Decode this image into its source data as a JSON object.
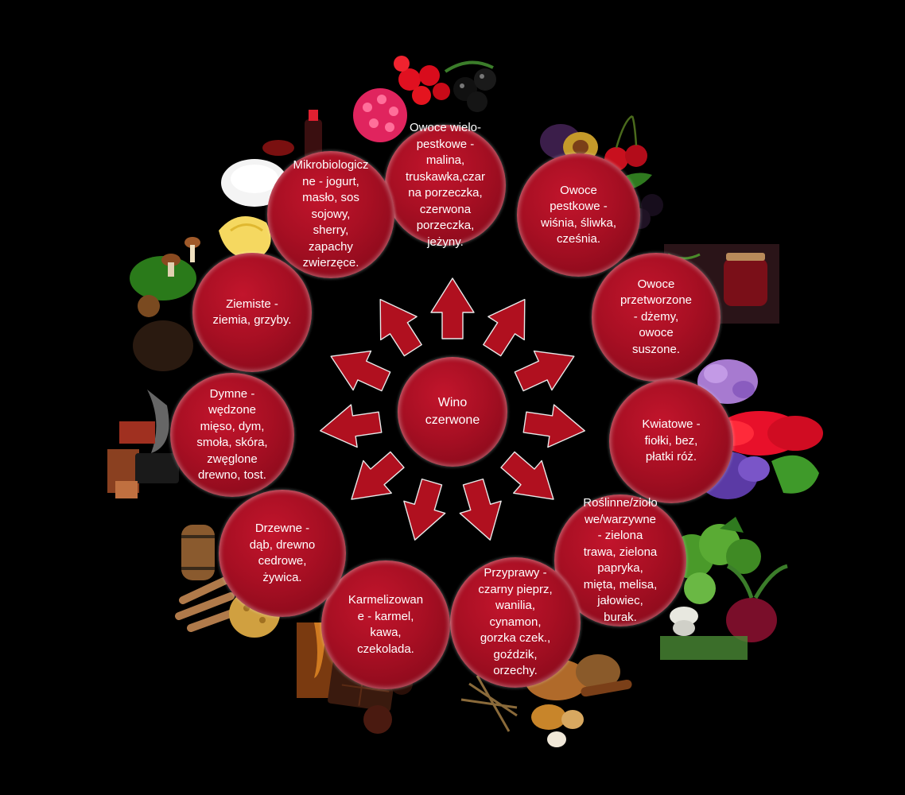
{
  "center": {
    "label": "Wino\nczerwone"
  },
  "categories": [
    {
      "label": "Owoce wielo-\npestkowe -\nmalina,\ntruskawka,czar\nna porzeczka,\nczerwona\nporzeczka,\njeżyny."
    },
    {
      "label": "Owoce\npestkowe -\nwiśnia, śliwka,\ncześnia."
    },
    {
      "label": "Owoce\nprzetworzone\n- dżemy,\nowoce\nsuszone."
    },
    {
      "label": "Kwiatowe -\nfiołki, bez,\npłatki róż."
    },
    {
      "label": "Roślinne/zioło\nwe/warzywne\n- zielona\ntrawa, zielona\npapryka,\nmięta, melisa,\njałowiec,\nburak."
    },
    {
      "label": "Przyprawy -\nczarny pieprz,\nwanilia,\ncynamon,\ngorzka czek.,\ngoździk,\norzechy."
    },
    {
      "label": "Karmelizowan\ne - karmel,\nkawa,\nczekolada."
    },
    {
      "label": "Drzewne -\ndąb, drewno\ncedrowe,\nżywica."
    },
    {
      "label": "Dymne   -\nwędzone\nmięso, dym,\nsmoła, skóra,\nzwęglone\ndrewno, tost."
    },
    {
      "label": "Ziemiste -\nziemia, grzyby."
    },
    {
      "label": "Mikrobiologicz\nne - jogurt,\nmasło, sos\nsojowy,\nsherry,\nzapachy\nzwierzęce."
    }
  ],
  "colors": {
    "background": "#000000",
    "bubble": "#a70f23",
    "arrow": "#b0101f"
  },
  "icons": [
    "berries-icon",
    "plums-cherries-icon",
    "jam-jar-icon",
    "flowers-icon",
    "vegetables-herbs-icon",
    "spices-nuts-icon",
    "chocolate-caramel-icon",
    "barrel-wood-icon",
    "smoked-meat-icon",
    "mushrooms-moss-icon",
    "yogurt-butter-soy-icon"
  ]
}
